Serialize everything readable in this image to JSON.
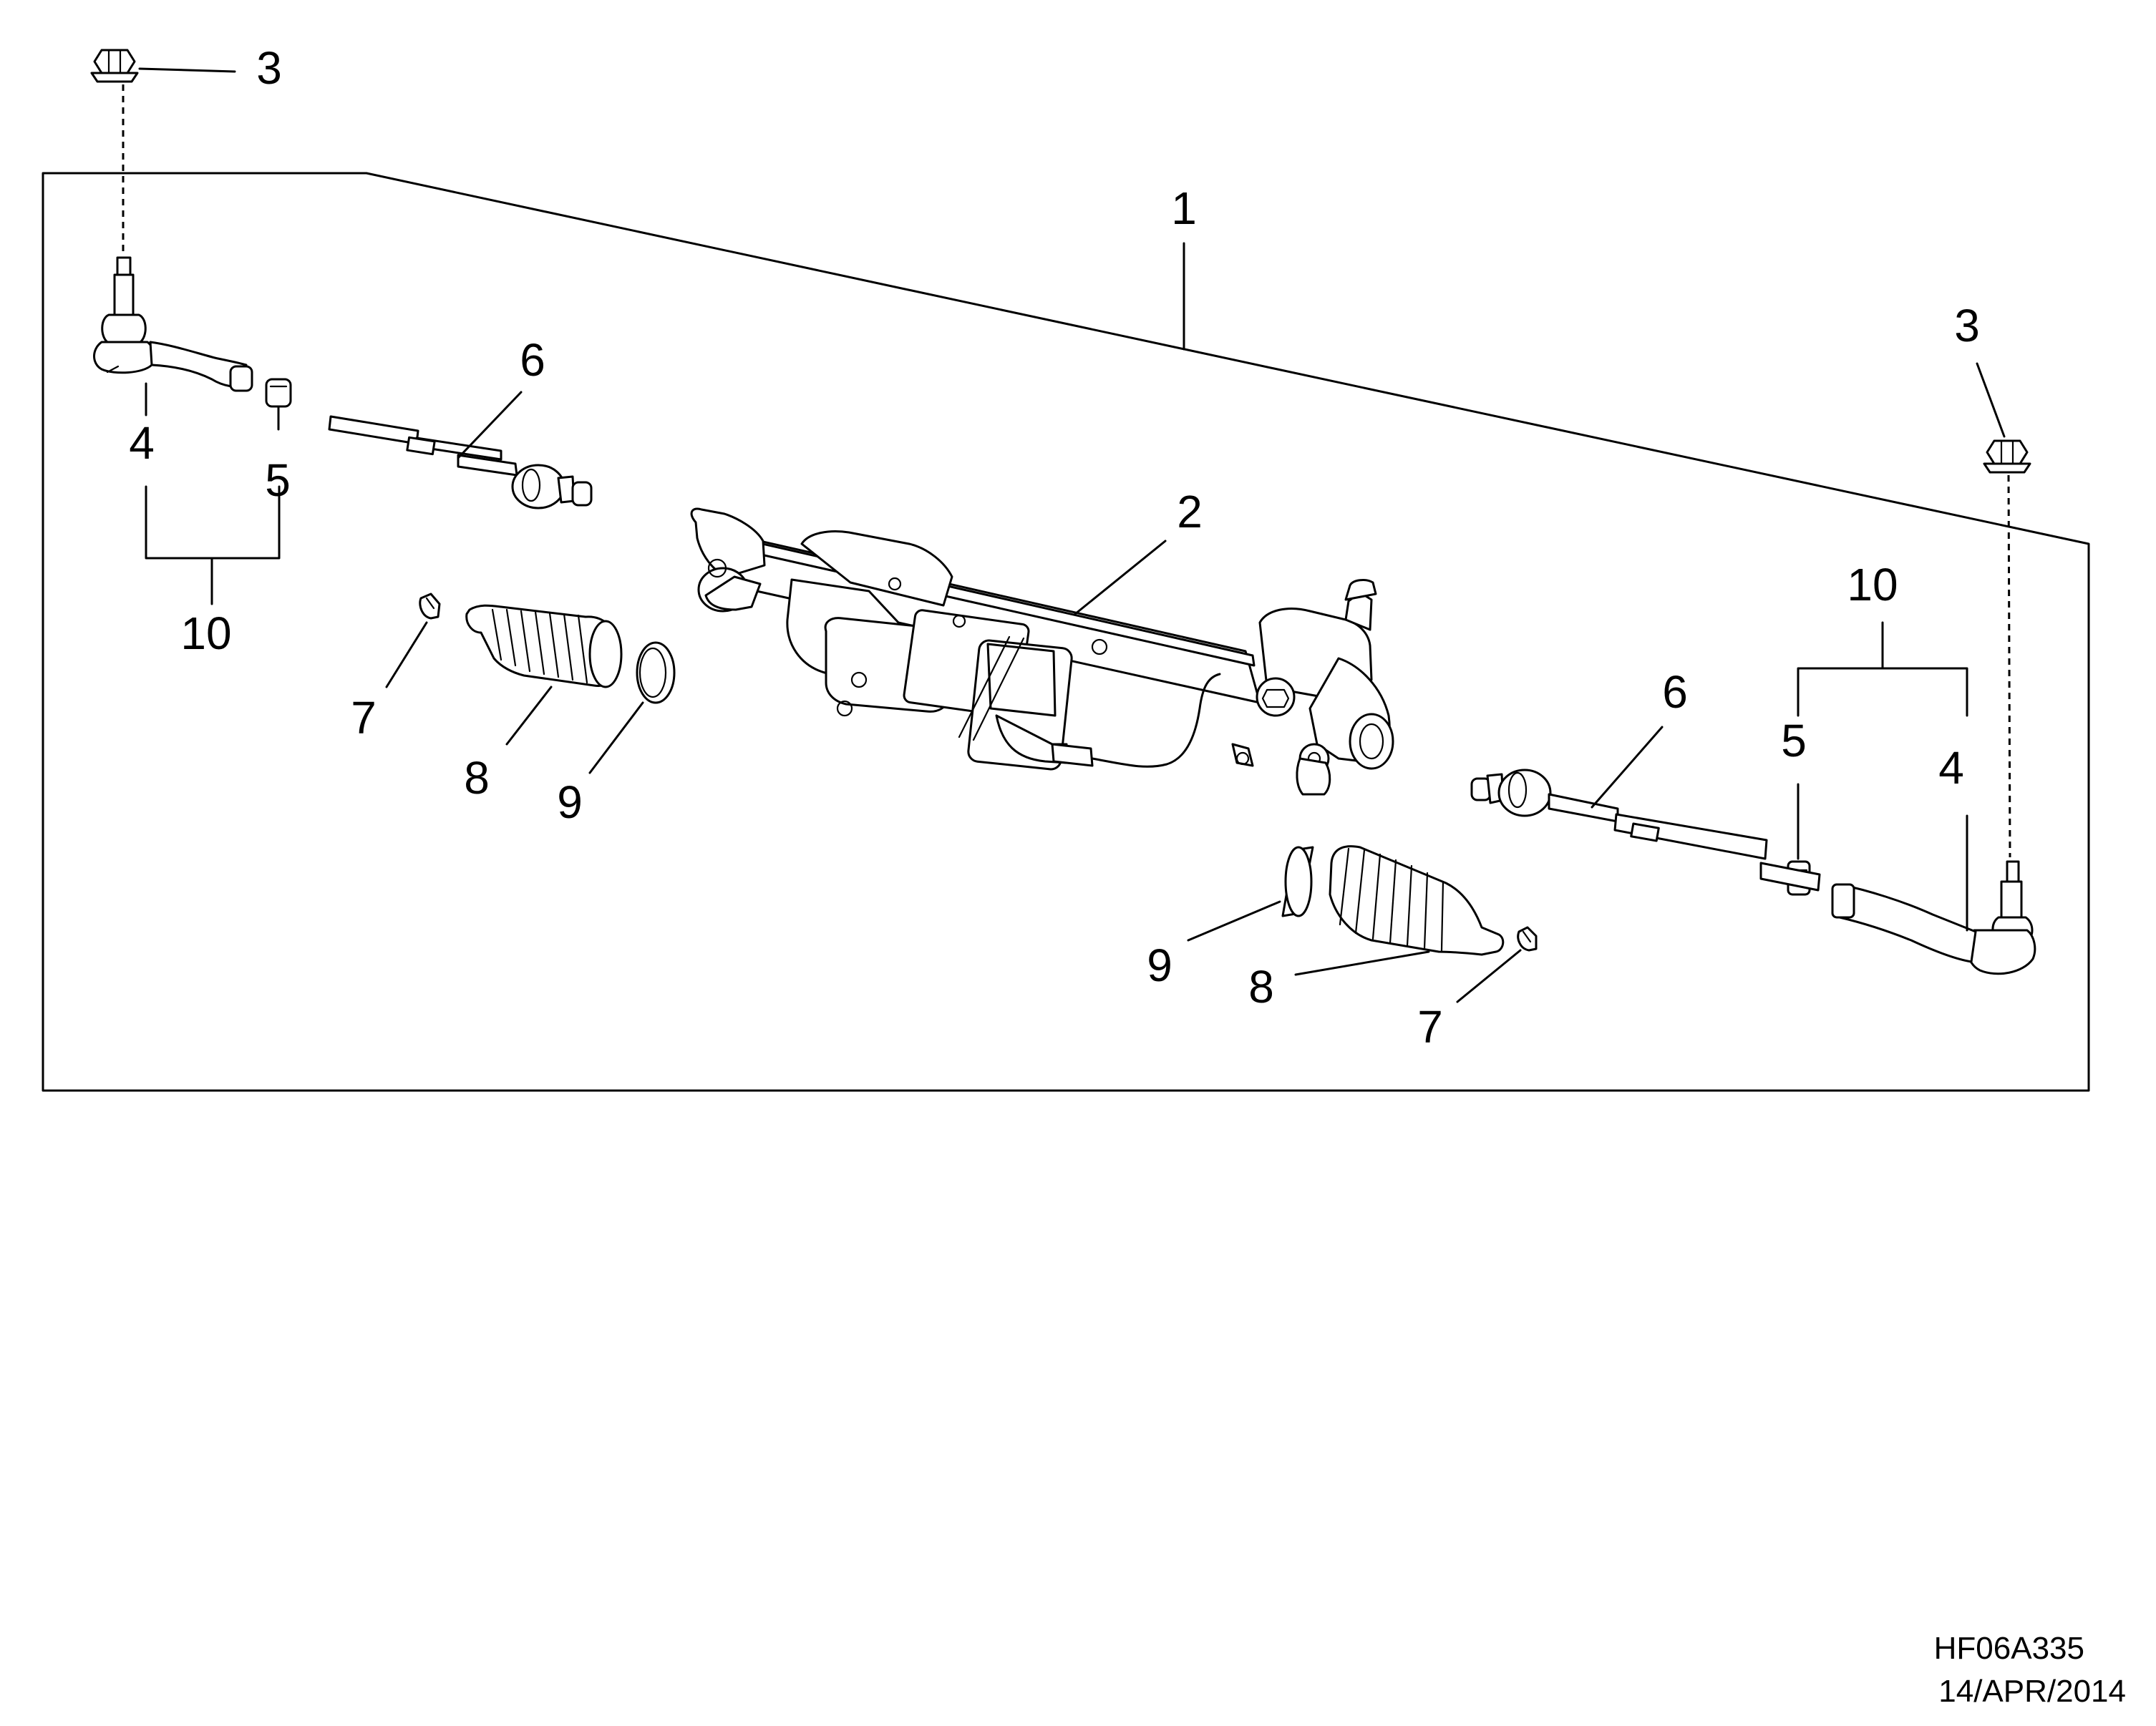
{
  "callouts": {
    "c1": "1",
    "c2": "2",
    "c3_left": "3",
    "c3_right": "3",
    "c4_left": "4",
    "c4_right": "4",
    "c5_left": "5",
    "c5_right": "5",
    "c6_left": "6",
    "c6_right": "6",
    "c7_left": "7",
    "c7_right": "7",
    "c8_left": "8",
    "c8_right": "8",
    "c9_left": "9",
    "c9_right": "9",
    "c10_left": "10",
    "c10_right": "10"
  },
  "footer": {
    "code": "HF06A335",
    "date": "14/APR/2014"
  }
}
